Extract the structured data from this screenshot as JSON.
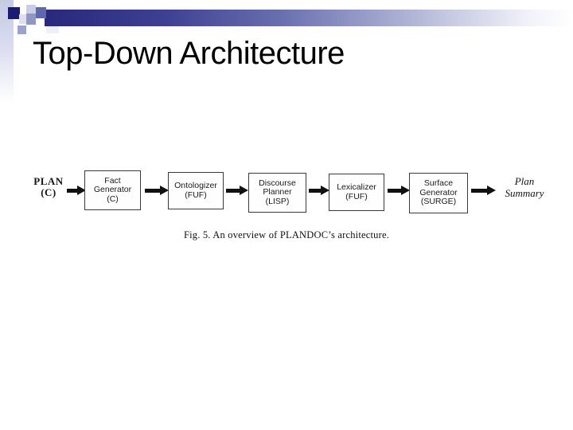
{
  "slide": {
    "title": "Top-Down Architecture"
  },
  "figure": {
    "caption": "Fig. 5.  An overview of PLANDOC’s architecture.",
    "source_label": {
      "lines": [
        "PLAN",
        "(C)"
      ]
    },
    "sink_label": {
      "lines": [
        "Plan",
        "Summary"
      ]
    },
    "boxes": [
      {
        "name": "fact-generator",
        "lines": [
          "Fact",
          "Generator",
          "(C)"
        ]
      },
      {
        "name": "ontologizer",
        "lines": [
          "Ontologizer",
          "(FUF)"
        ]
      },
      {
        "name": "discourse-planner",
        "lines": [
          "Discourse",
          "Planner",
          "(LISP)"
        ]
      },
      {
        "name": "lexicalizer",
        "lines": [
          "Lexicalizer",
          "(FUF)"
        ]
      },
      {
        "name": "surface-generator",
        "lines": [
          "Surface",
          "Generator",
          "(SURGE)"
        ]
      }
    ]
  },
  "colors": {
    "accent_dark": "#1b1b73",
    "accent_blue": "#5f68ac",
    "accent_mid": "#9097c5",
    "accent_light": "#c9cde6",
    "bar_gradient_start": "#28287c",
    "bar_gradient_end": "#ffffff",
    "title_text": "#000000",
    "diagram_ink": "#111111"
  }
}
